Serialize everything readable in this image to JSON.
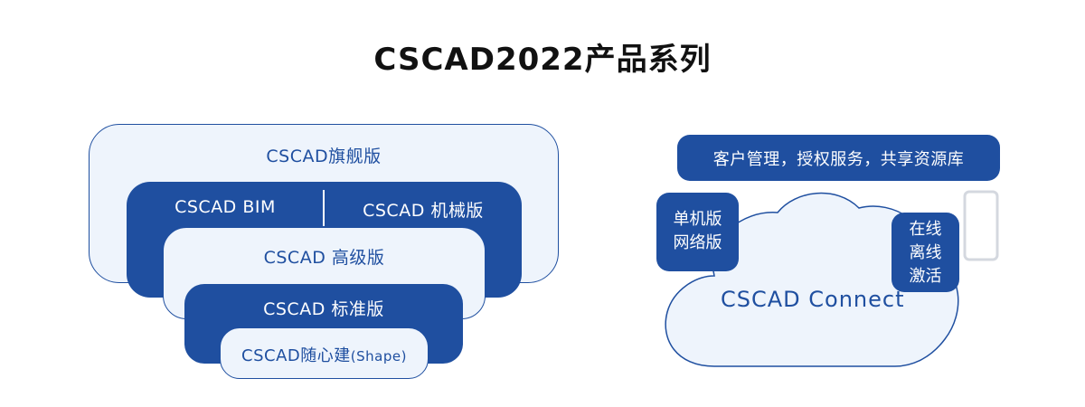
{
  "title": "CSCAD2022产品系列",
  "editions": {
    "flagship": "CSCAD旗舰版",
    "bim": "CSCAD BIM",
    "mechanical": "CSCAD 机械版",
    "advanced": "CSCAD 高级版",
    "standard": "CSCAD 标准版",
    "shape_main": "CSCAD随心建",
    "shape_suffix": "(Shape)"
  },
  "connect": {
    "services": "客户管理，授权服务，共享资源库",
    "cloud_label": "CSCAD Connect",
    "versions": [
      "单机版",
      "网络版"
    ],
    "modes": [
      "在线",
      "离线",
      "激活"
    ]
  }
}
